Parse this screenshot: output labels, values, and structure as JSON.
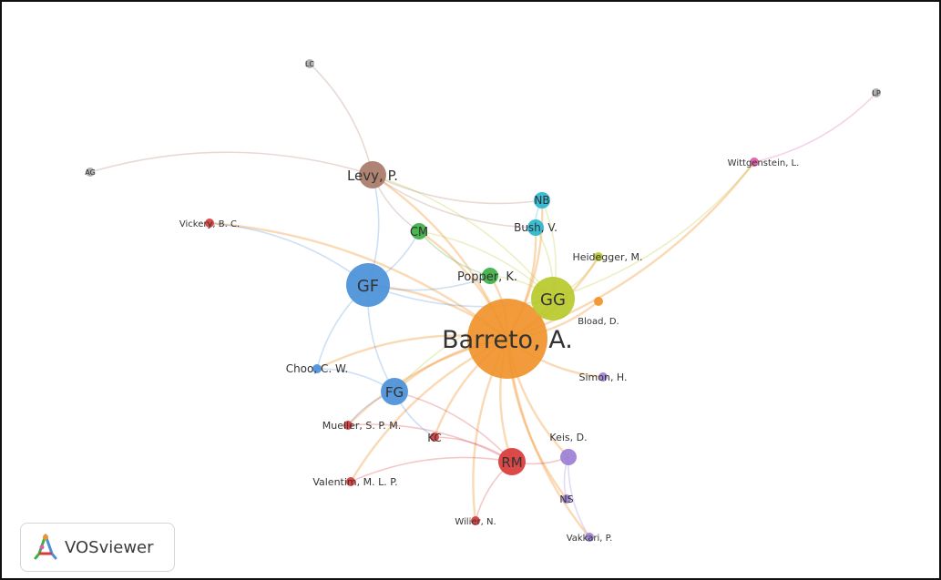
{
  "app": {
    "logo_text": "VOSviewer"
  },
  "network": {
    "nodes": [
      {
        "id": "barreto",
        "label": "Barreto, A.",
        "color": "#f0932b",
        "size": "xl"
      },
      {
        "id": "gg",
        "label": "GG",
        "color": "#b7c92b",
        "size": "l"
      },
      {
        "id": "gf",
        "label": "GF",
        "color": "#4a90d9",
        "size": "l"
      },
      {
        "id": "fg",
        "label": "FG",
        "color": "#4a90d9",
        "size": "m"
      },
      {
        "id": "rm",
        "label": "RM",
        "color": "#d83a3a",
        "size": "m"
      },
      {
        "id": "levy",
        "label": "Levy, P.",
        "color": "#a87a68",
        "size": "m"
      },
      {
        "id": "cm",
        "label": "CM",
        "color": "#3cb043",
        "size": "s"
      },
      {
        "id": "popper",
        "label": "Popper, K.",
        "color": "#3cb043",
        "size": "s"
      },
      {
        "id": "nb",
        "label": "NB",
        "color": "#29b6d0",
        "size": "s"
      },
      {
        "id": "bush",
        "label": "Bush, V.",
        "color": "#29b6d0",
        "size": "s"
      },
      {
        "id": "heidegger",
        "label": "Heidegger, M.",
        "color": "#b7c92b",
        "size": "xs"
      },
      {
        "id": "bload",
        "label": "Bload, D.",
        "color": "#f0932b",
        "size": "xs"
      },
      {
        "id": "simon",
        "label": "Simon, H.",
        "color": "#9b7fd4",
        "size": "xs"
      },
      {
        "id": "keis",
        "label": "Keis, D.",
        "color": "#9b7fd4",
        "size": "s"
      },
      {
        "id": "ns",
        "label": "NS",
        "color": "#9b7fd4",
        "size": "xs"
      },
      {
        "id": "vakkari",
        "label": "Vakkari, P.",
        "color": "#9b7fd4",
        "size": "xs"
      },
      {
        "id": "wilier",
        "label": "Wilier, N.",
        "color": "#d83a3a",
        "size": "xs"
      },
      {
        "id": "valentim",
        "label": "Valentim, M. L. P.",
        "color": "#d83a3a",
        "size": "xs"
      },
      {
        "id": "mueller",
        "label": "Mueller, S. P. M.",
        "color": "#d83a3a",
        "size": "xs"
      },
      {
        "id": "kc",
        "label": "KC",
        "color": "#d83a3a",
        "size": "xs"
      },
      {
        "id": "choo",
        "label": "Choo, C. W.",
        "color": "#4a90d9",
        "size": "xs"
      },
      {
        "id": "vickery",
        "label": "Vickery, B. C.",
        "color": "#d83a3a",
        "size": "xs"
      },
      {
        "id": "wittgenstein",
        "label": "Wittgenstein, L.",
        "color": "#e05aa8",
        "size": "xs"
      },
      {
        "id": "lc",
        "label": "LC",
        "color": "#aaaaaa",
        "size": "xs"
      },
      {
        "id": "ag",
        "label": "AG",
        "color": "#aaaaaa",
        "size": "xs"
      },
      {
        "id": "lp",
        "label": "LP",
        "color": "#aaaaaa",
        "size": "xs"
      }
    ],
    "edges": [
      [
        "barreto",
        "gg"
      ],
      [
        "barreto",
        "gf"
      ],
      [
        "barreto",
        "fg"
      ],
      [
        "barreto",
        "rm"
      ],
      [
        "barreto",
        "levy"
      ],
      [
        "barreto",
        "cm"
      ],
      [
        "barreto",
        "popper"
      ],
      [
        "barreto",
        "nb"
      ],
      [
        "barreto",
        "bush"
      ],
      [
        "barreto",
        "keis"
      ],
      [
        "barreto",
        "simon"
      ],
      [
        "barreto",
        "bload"
      ],
      [
        "barreto",
        "heidegger"
      ],
      [
        "barreto",
        "wilier"
      ],
      [
        "barreto",
        "valentim"
      ],
      [
        "barreto",
        "mueller"
      ],
      [
        "barreto",
        "kc"
      ],
      [
        "barreto",
        "choo"
      ],
      [
        "barreto",
        "ns"
      ],
      [
        "barreto",
        "vakkari"
      ],
      [
        "barreto",
        "vickery"
      ],
      [
        "barreto",
        "wittgenstein"
      ],
      [
        "gf",
        "levy"
      ],
      [
        "gf",
        "fg"
      ],
      [
        "gf",
        "cm"
      ],
      [
        "gf",
        "choo"
      ],
      [
        "gf",
        "vickery"
      ],
      [
        "gf",
        "popper"
      ],
      [
        "gf",
        "gg"
      ],
      [
        "gg",
        "levy"
      ],
      [
        "gg",
        "cm"
      ],
      [
        "gg",
        "popper"
      ],
      [
        "gg",
        "bush"
      ],
      [
        "gg",
        "nb"
      ],
      [
        "gg",
        "heidegger"
      ],
      [
        "gg",
        "wittgenstein"
      ],
      [
        "gg",
        "fg"
      ],
      [
        "levy",
        "nb"
      ],
      [
        "levy",
        "lc"
      ],
      [
        "levy",
        "ag"
      ],
      [
        "levy",
        "cm"
      ],
      [
        "levy",
        "bush"
      ],
      [
        "rm",
        "kc"
      ],
      [
        "rm",
        "wilier"
      ],
      [
        "rm",
        "keis"
      ],
      [
        "rm",
        "valentim"
      ],
      [
        "rm",
        "fg"
      ],
      [
        "rm",
        "mueller"
      ],
      [
        "fg",
        "mueller"
      ],
      [
        "fg",
        "kc"
      ],
      [
        "fg",
        "choo"
      ],
      [
        "keis",
        "ns"
      ],
      [
        "keis",
        "vakkari"
      ],
      [
        "wittgenstein",
        "lp"
      ],
      [
        "cm",
        "popper"
      ],
      [
        "nb",
        "bush"
      ]
    ]
  }
}
